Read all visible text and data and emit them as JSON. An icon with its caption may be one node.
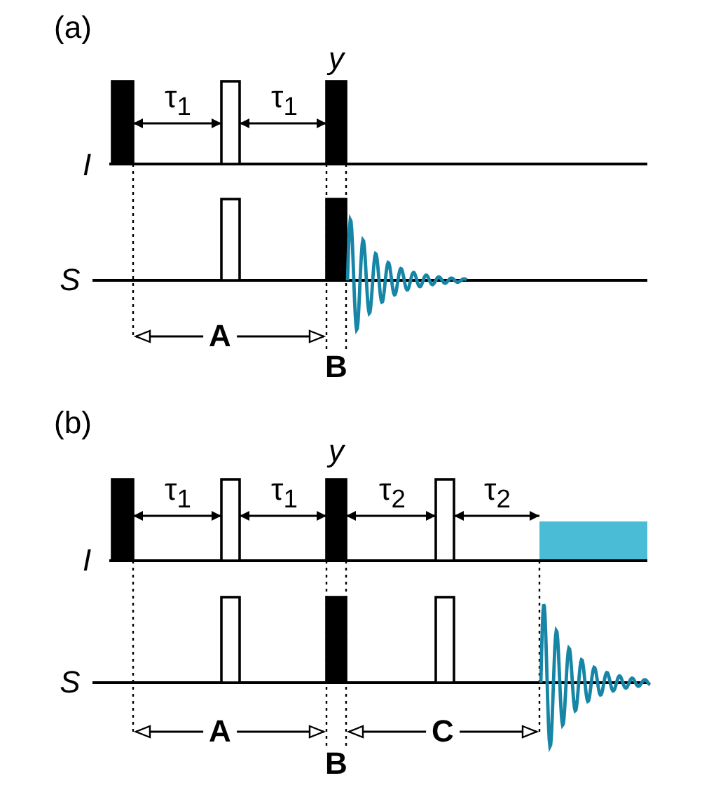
{
  "diagram": {
    "labels": [
      "(a)",
      "τ$_{1}$",
      "τ$_{1}$",
      "y",
      "I",
      "S",
      "A",
      "B",
      "(b)",
      "τ$_{1}$",
      "τ$_{1}$",
      "y",
      "τ$_{2}$",
      "τ$_{2}$",
      "I",
      "S",
      "A",
      "B",
      "C"
    ]
  }
}
